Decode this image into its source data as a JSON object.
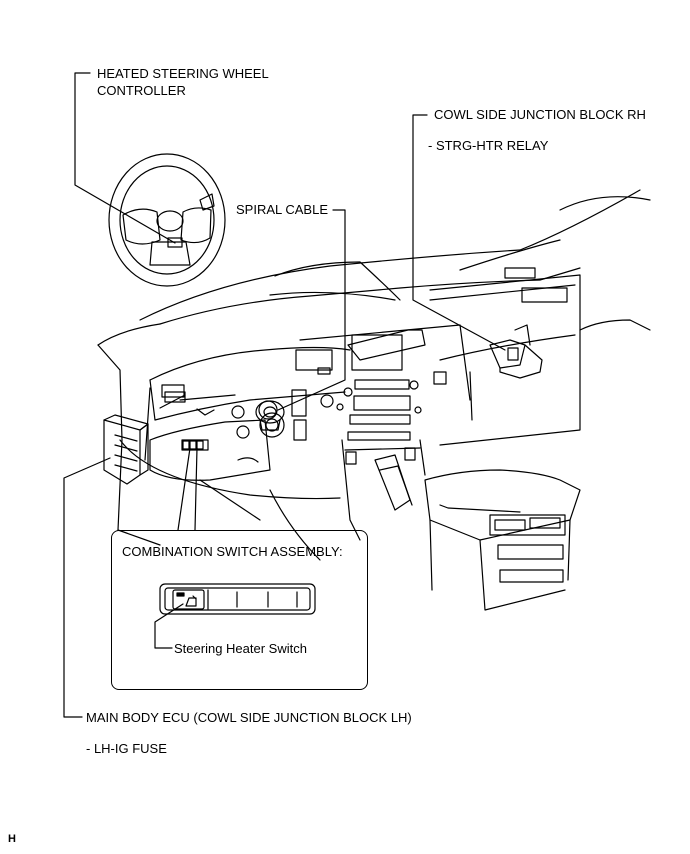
{
  "labels": {
    "heated_steering_wheel_controller_line1": "HEATED STEERING WHEEL",
    "heated_steering_wheel_controller_line2": "CONTROLLER",
    "cowl_side_jb_rh": "COWL SIDE JUNCTION BLOCK RH",
    "strg_htr_relay": "- STRG-HTR RELAY",
    "spiral_cable": "SPIRAL CABLE",
    "combination_switch_assembly": "COMBINATION SWITCH ASSEMBLY:",
    "steering_heater_switch": "Steering Heater Switch",
    "main_body_ecu": "MAIN BODY ECU (COWL SIDE JUNCTION BLOCK LH)",
    "lh_ig_fuse": "- LH-IG FUSE",
    "figure_code": "H"
  }
}
